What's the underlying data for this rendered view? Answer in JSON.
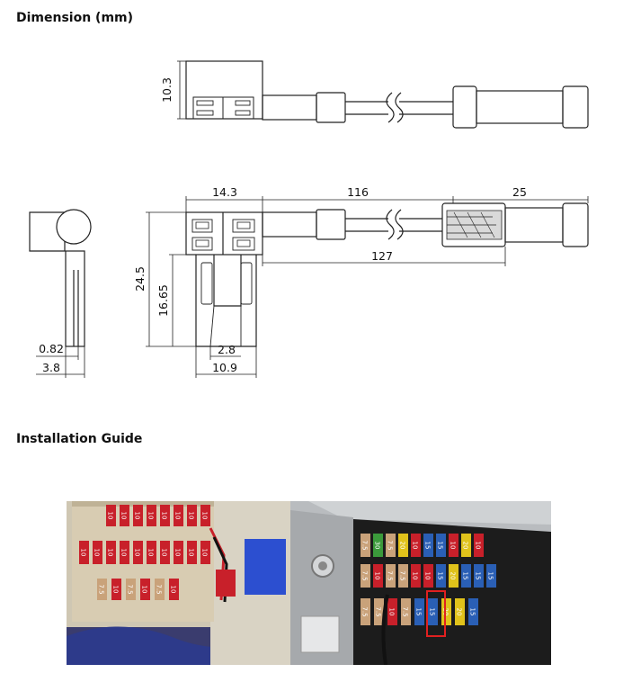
{
  "headings": {
    "dimension": "Dimension (mm)",
    "installation": "Installation Guide"
  },
  "dimensions": {
    "top_height": "10.3",
    "fuse_width": "14.3",
    "wire_length": "116",
    "holder_length": "25",
    "total_length": "127",
    "total_height": "24.5",
    "blade_height": "16.65",
    "blade_gap": "2.8",
    "blade_span": "10.9",
    "blade_thickness": "0.82",
    "side_width": "3.8"
  },
  "photo_labels": {
    "left_row1": [
      "10",
      "10",
      "10",
      "10",
      "10",
      "10",
      "10",
      "10"
    ],
    "left_row2": [
      "10",
      "10",
      "10",
      "10",
      "10",
      "10",
      "10",
      "10",
      "10",
      "10"
    ],
    "left_row3": [
      "7.5",
      "10",
      "7.5",
      "10",
      "7.5",
      "10"
    ],
    "right_row1": [
      "7.5",
      "30",
      "7.5",
      "20",
      "10",
      "15",
      "15",
      "10",
      "20",
      "10"
    ],
    "right_row2": [
      "7.5",
      "10",
      "7.5",
      "7.5",
      "10",
      "10",
      "15",
      "20",
      "15",
      "15",
      "15"
    ],
    "right_row3": [
      "7.5",
      "7.5",
      "10",
      "7.5",
      "15",
      "15",
      "20",
      "20",
      "15"
    ]
  },
  "colors": {
    "fuse_red": "#c8202a",
    "fuse_blue": "#2a5fb5",
    "fuse_yellow": "#e0c21b",
    "fuse_green": "#3b9a3b",
    "fuse_tan": "#c9a27a",
    "tape_blue": "#2c4fd0"
  }
}
